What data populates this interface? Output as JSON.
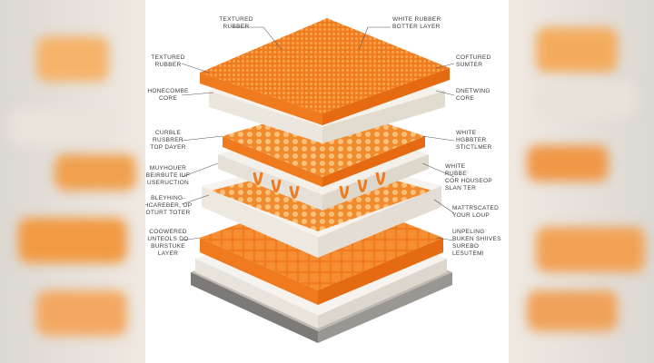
{
  "labels": {
    "top_left": "TEXTURED\nRUBBER",
    "top_right": "White RUBBER\nBOTTER LAYER",
    "l1": "TEXTURED\nRUBBER",
    "l2": "HONECOMBE\nCORE",
    "l3": "CURBLE\nRUSBRER\nTOP DAYER",
    "l4": "MUYHOUER\nBEIRBUTE IUF\nUSERUCTION",
    "l5": "BLEYHING-\nHCAREBER, OP\nOTURT TOTER",
    "l6": "COOWERED\nUNTEOLS DO\nBURSTUKE\nLAYER",
    "r1": "COFTURED\nSUMTER",
    "r2": "DNETWING\nCORE",
    "r3": "WHITE\nHGBBTER\nSTICTLMER",
    "r4": "WHITE\nRUBBE\nCOR HOUSEOP\nSLAN TER",
    "r5": "MATTRSCATED\nYOUR LOUP",
    "r6": "UNPELING\nBUKEN SHIIVES\nSUREBO\nLESUTEMI"
  },
  "colors": {
    "orange": "#f07a1e",
    "orange_light": "#f59a45",
    "white_layer": "#f3f0ea",
    "base_gray": "#8a8784"
  }
}
